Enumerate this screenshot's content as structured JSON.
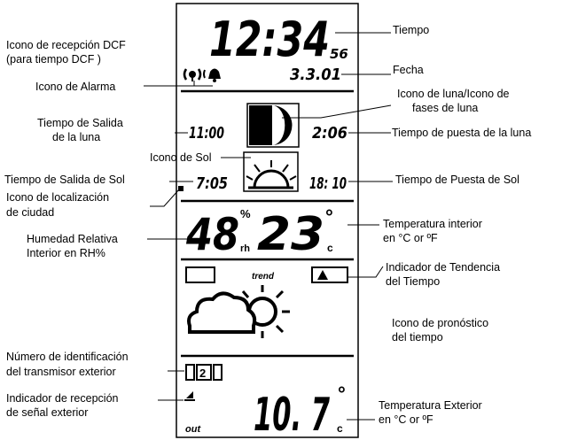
{
  "display": {
    "time": "12:34",
    "seconds": "56",
    "date": "3.3.01",
    "moonrise": "11:00",
    "moonset": "2:06",
    "sunrise": "7:05",
    "sunset": "18: 10",
    "humidity": "48",
    "humidity_unit_top": "%",
    "humidity_unit_bottom": "rh",
    "indoor_temp": "23",
    "indoor_unit_top": "°",
    "indoor_unit_bottom": "c",
    "trend_label": "trend",
    "channel": "2",
    "outdoor_temp": "10. 7",
    "outdoor_unit_top": "°",
    "outdoor_unit_bottom": "c",
    "out_label": "out"
  },
  "labels": {
    "time": "Tiempo",
    "dcf_line1": "Icono de recepción DCF",
    "dcf_line2": "(para tiempo DCF )",
    "alarm": "Icono de Alarma",
    "date": "Fecha",
    "moon_line1": "Icono de luna/Icono de",
    "moon_line2": "fases de luna",
    "moonrise_line1": "Tiempo de Salida",
    "moonrise_line2": "de la luna",
    "moonset": "Tiempo de puesta de la luna",
    "sun_icon": "Icono de Sol",
    "sunrise": "Tiempo de Salida de Sol",
    "sunset": "Tiempo de Puesta de Sol",
    "city_line1": "Icono de localización",
    "city_line2": "de ciudad",
    "indoor_temp_line1": "Temperatura interior",
    "indoor_temp_line2": "en °C or ºF",
    "humidity_line1": "Humedad Relativa",
    "humidity_line2": "Interior en RH%",
    "trend_line1": "Indicador de Tendencia",
    "trend_line2": "del Tiempo",
    "forecast_line1": "Icono de pronóstico",
    "forecast_line2": "del tiempo",
    "tx_id_line1": "Número de identificación",
    "tx_id_line2": "del transmisor exterior",
    "signal_line1": "Indicador de recepción",
    "signal_line2": "de señal exterior",
    "outdoor_temp_line1": "Temperatura Exterior",
    "outdoor_temp_line2": "en °C or ºF"
  },
  "colors": {
    "ink": "#000000",
    "background": "#ffffff"
  }
}
